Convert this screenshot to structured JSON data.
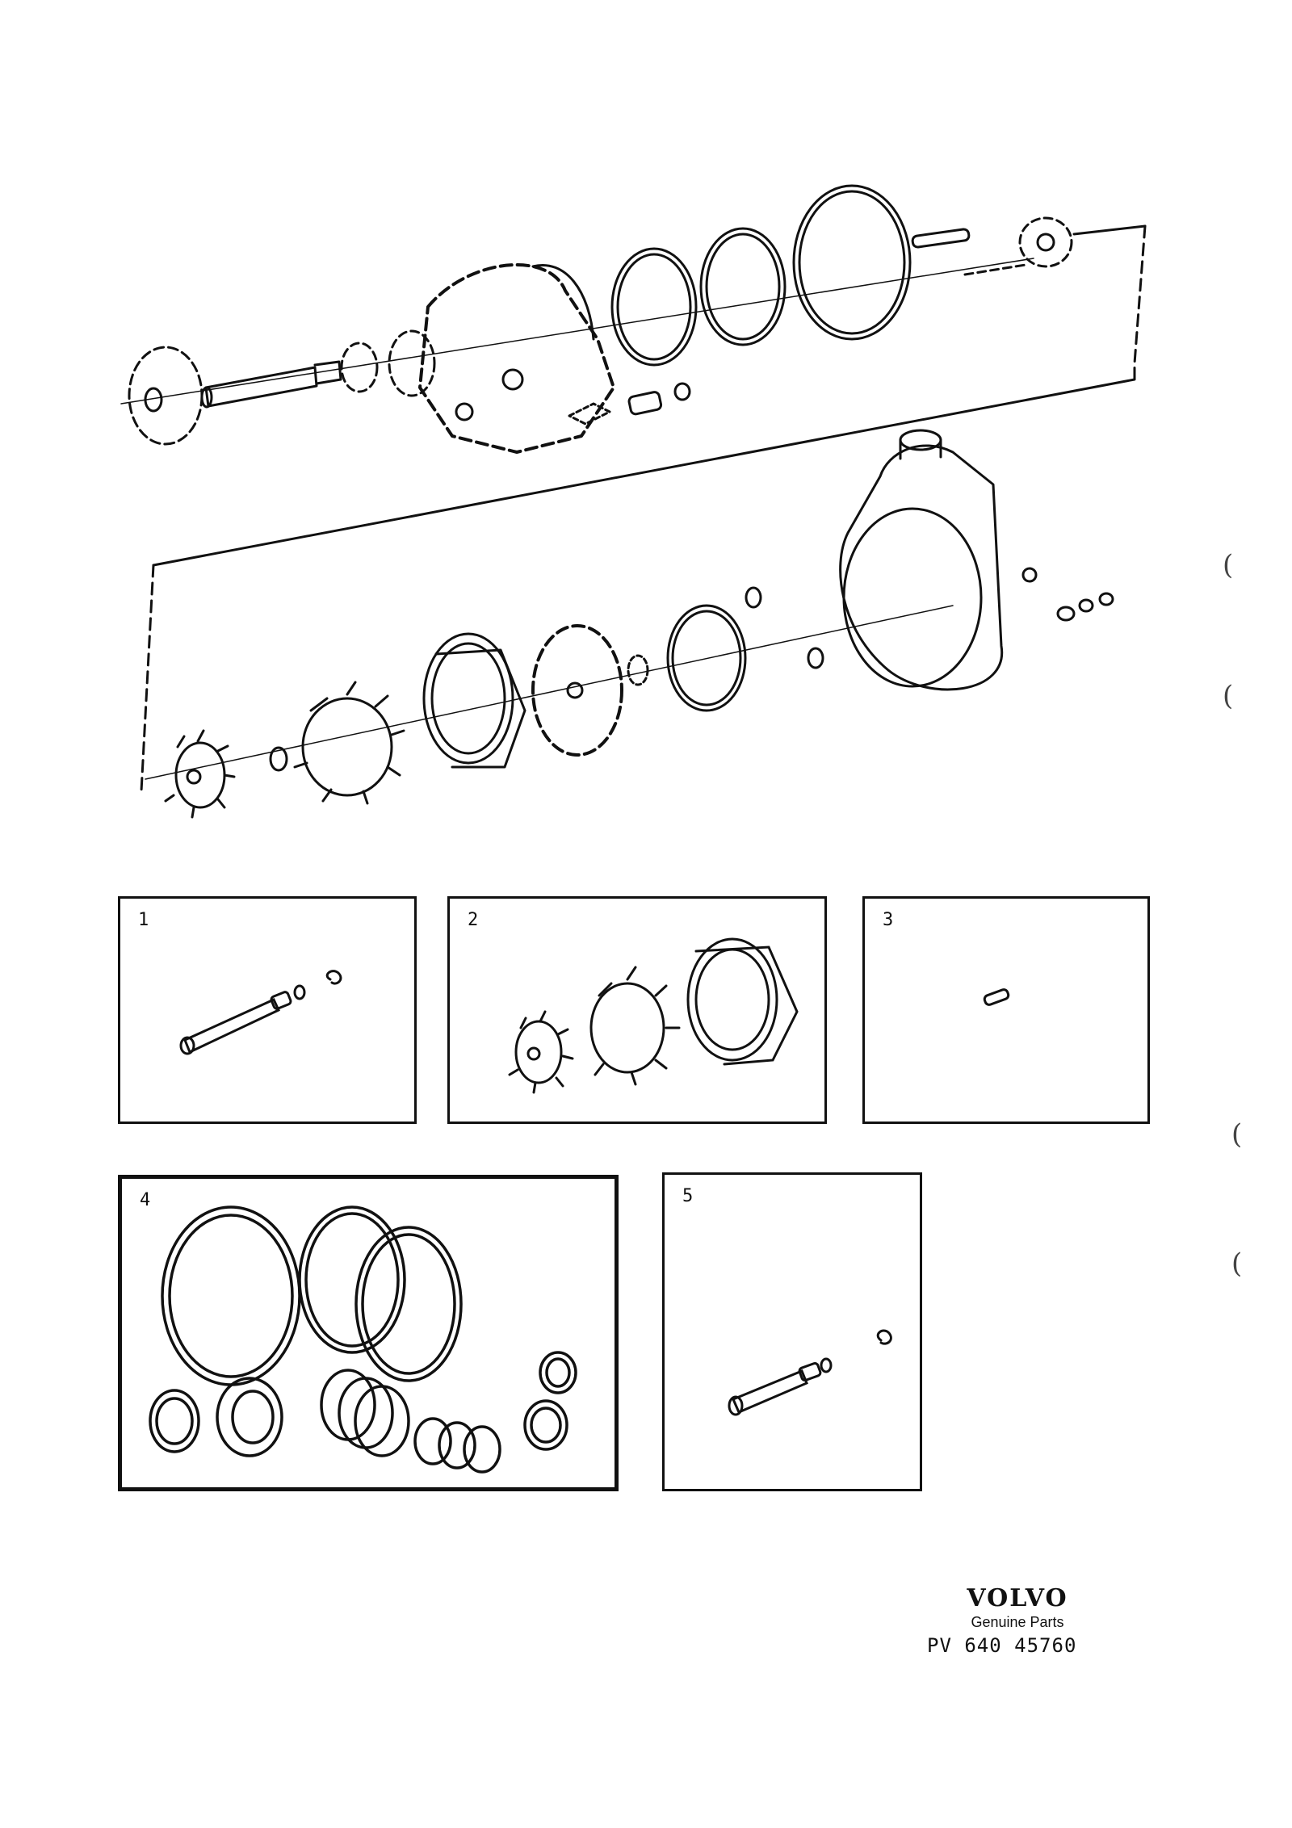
{
  "kits": [
    {
      "number": "1"
    },
    {
      "number": "2"
    },
    {
      "number": "3"
    },
    {
      "number": "4"
    },
    {
      "number": "5"
    }
  ],
  "footer": {
    "brand": "VOLVO",
    "tagline": "Genuine Parts",
    "part_ref": "PV 640  45760"
  },
  "margin_marks": [
    "(",
    "(",
    "(",
    "("
  ]
}
